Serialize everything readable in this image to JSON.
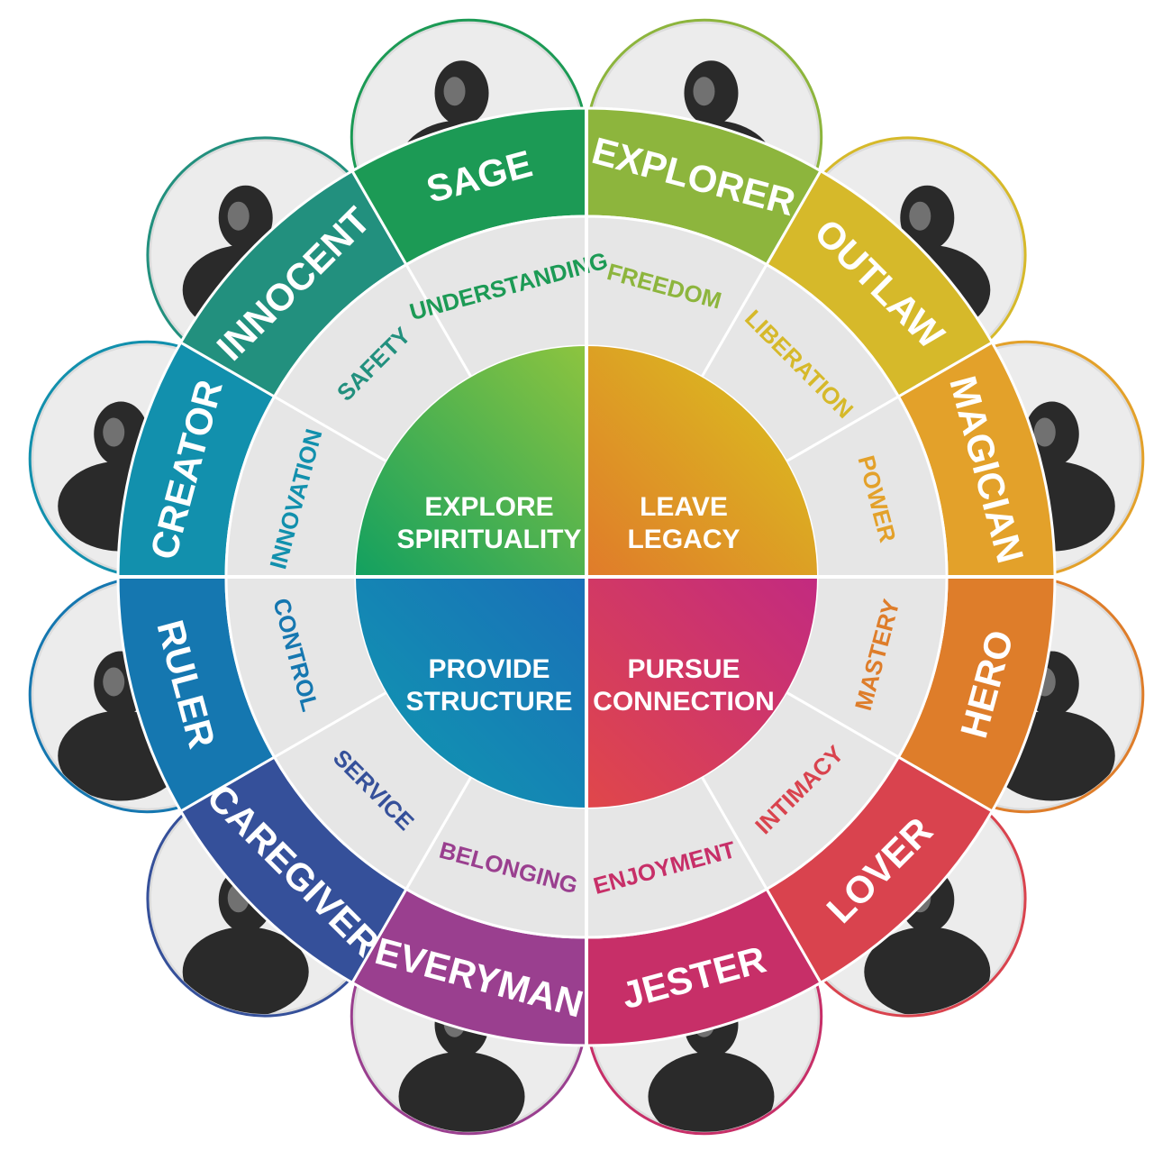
{
  "archetypes": [
    {
      "label": "EXPLORER",
      "desire": "FREEDOM",
      "color": "#8db53d",
      "icon": "explorer-portrait-icon"
    },
    {
      "label": "OUTLAW",
      "desire": "LIBERATION",
      "color": "#d6b92a",
      "icon": "outlaw-portrait-icon"
    },
    {
      "label": "MAGICIAN",
      "desire": "POWER",
      "color": "#e3a12a",
      "icon": "magician-portrait-icon"
    },
    {
      "label": "HERO",
      "desire": "MASTERY",
      "color": "#de7d2a",
      "icon": "hero-portrait-icon"
    },
    {
      "label": "LOVER",
      "desire": "INTIMACY",
      "color": "#d9434e",
      "icon": "lover-portrait-icon"
    },
    {
      "label": "JESTER",
      "desire": "ENJOYMENT",
      "color": "#c72f68",
      "icon": "jester-portrait-icon"
    },
    {
      "label": "EVERYMAN",
      "desire": "BELONGING",
      "color": "#9a3f8f",
      "icon": "everyman-portrait-icon"
    },
    {
      "label": "CAREGIVER",
      "desire": "SERVICE",
      "color": "#35509a",
      "icon": "caregiver-portrait-icon"
    },
    {
      "label": "RULER",
      "desire": "CONTROL",
      "color": "#1577b0",
      "icon": "ruler-portrait-icon"
    },
    {
      "label": "CREATOR",
      "desire": "INNOVATION",
      "color": "#1290ad",
      "icon": "creator-portrait-icon"
    },
    {
      "label": "INNOCENT",
      "desire": "SAFETY",
      "color": "#22907e",
      "icon": "innocent-portrait-icon"
    },
    {
      "label": "SAGE",
      "desire": "UNDERSTANDING",
      "color": "#1c9a55",
      "icon": "sage-portrait-icon"
    }
  ],
  "quadrants": [
    {
      "line1": "EXPLORE",
      "line2": "SPIRITUALITY",
      "color_a": "#8dc43f",
      "color_b": "#12a060"
    },
    {
      "line1": "LEAVE",
      "line2": "LEGACY",
      "color_a": "#e07b2a",
      "color_b": "#d9c61e"
    },
    {
      "line1": "PURSUE",
      "line2": "CONNECTION",
      "color_a": "#c22a80",
      "color_b": "#e0474a"
    },
    {
      "line1": "PROVIDE",
      "line2": "STRUCTURE",
      "color_a": "#1a6fb8",
      "color_b": "#0f9ab0"
    }
  ]
}
